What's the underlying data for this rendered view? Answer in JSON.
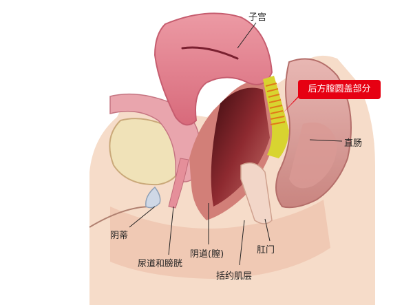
{
  "labels": {
    "uterus": "子宫",
    "posterior_fornix": "后方膣圆盖部分",
    "rectum": "直肠",
    "clitoris": "阴蒂",
    "urethra_bladder": "尿道和膀胱",
    "vagina": "阴道(膣)",
    "sphincter": "括约肌层",
    "anus": "肛门"
  },
  "colors": {
    "skin": "#f6dcc9",
    "uterus": "#e47e8d",
    "vagina_interior": "#7a1c22",
    "rectum": "#dca39f",
    "bladder": "#f0e2b8",
    "highlight": "#d8d430",
    "callout": "#e60012"
  }
}
